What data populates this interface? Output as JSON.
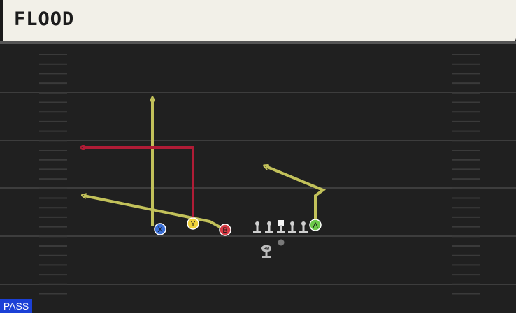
{
  "play": {
    "title": "FLOOD",
    "type_badge": "PASS"
  },
  "colors": {
    "field": "#202020",
    "route_default": "#c2c15a",
    "route_primary": "#b01c36",
    "player_x": "#3a6fd8",
    "player_y": "#f0d23a",
    "player_b": "#d83a44",
    "player_a": "#6cc94a",
    "badge": "#1b40d6"
  },
  "players": [
    {
      "label": "X",
      "role": "receiver",
      "color": "#3a6fd8"
    },
    {
      "label": "Y",
      "role": "receiver",
      "color": "#f0d23a"
    },
    {
      "label": "B",
      "role": "receiver",
      "color": "#d83a44"
    },
    {
      "label": "A",
      "role": "receiver",
      "color": "#6cc94a"
    },
    {
      "label": "RB",
      "role": "running-back",
      "color": "#bdbdbd"
    }
  ],
  "routes": [
    {
      "player": "X",
      "name": "streak",
      "highlighted": false
    },
    {
      "player": "Y",
      "name": "out",
      "highlighted": true
    },
    {
      "player": "B",
      "name": "flat",
      "highlighted": false
    },
    {
      "player": "A",
      "name": "corner",
      "highlighted": false
    }
  ]
}
